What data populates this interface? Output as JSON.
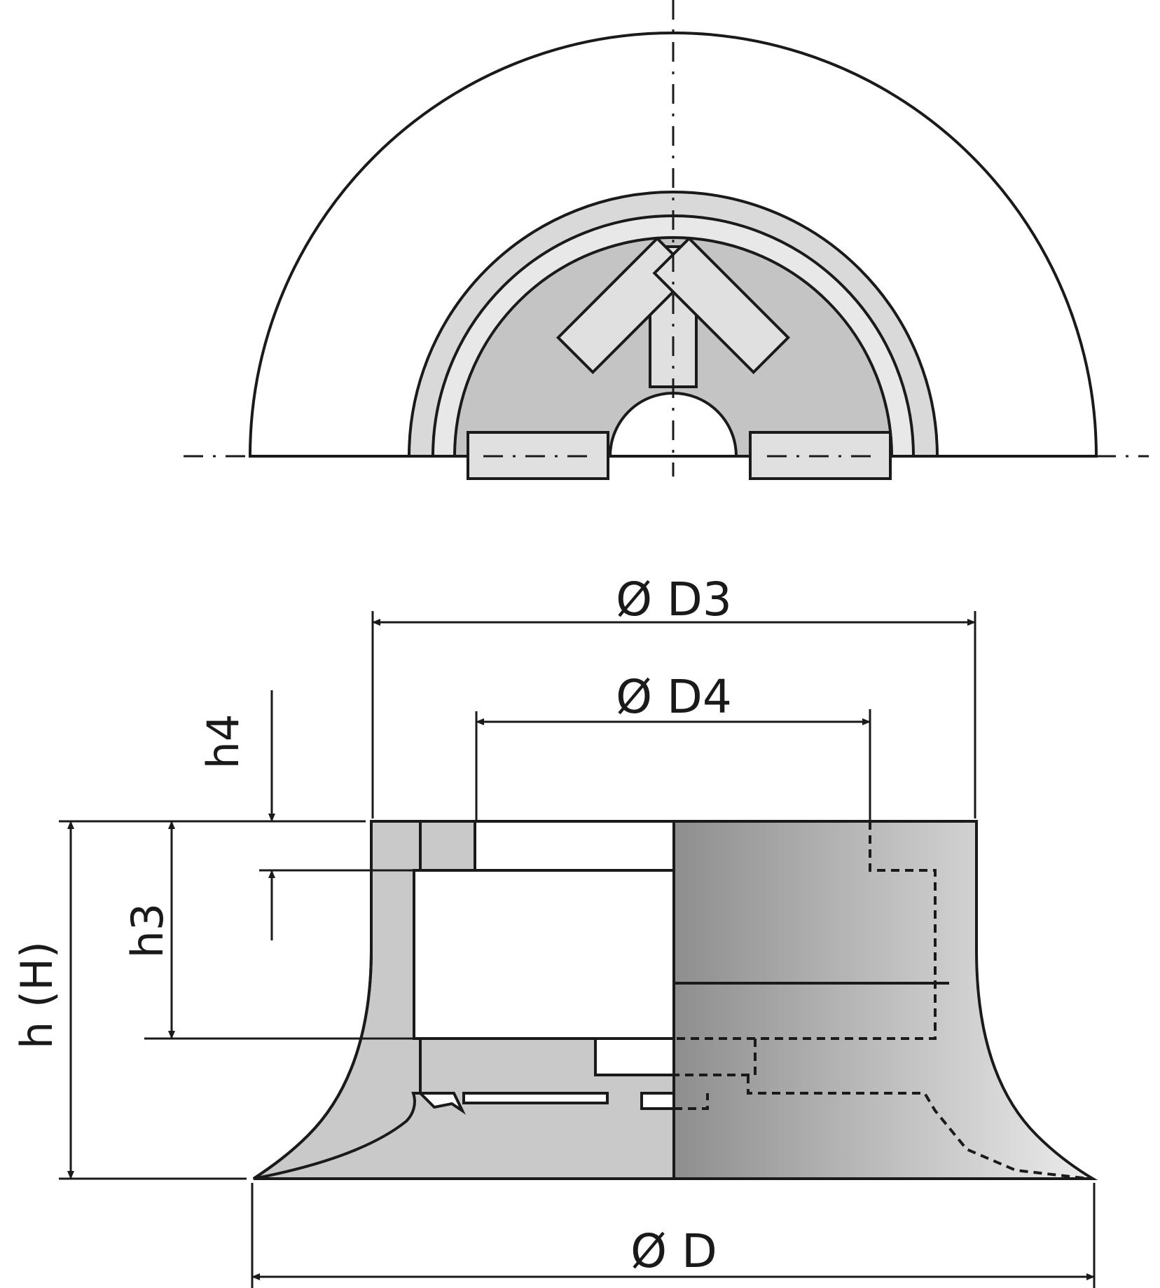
{
  "labels": {
    "d3": "Ø D3",
    "d4": "Ø D4",
    "d": "Ø D",
    "h4": "h4",
    "h3": "h3",
    "h": "h (H)"
  },
  "colors": {
    "outline": "#1a1a1a",
    "fill_light": "#e6e6e6",
    "fill_mid": "#c9c9c9",
    "fill_hub": "#bdbdbd",
    "gradient_dark": "#8e8e8e",
    "gradient_light": "#e9e9e9"
  }
}
